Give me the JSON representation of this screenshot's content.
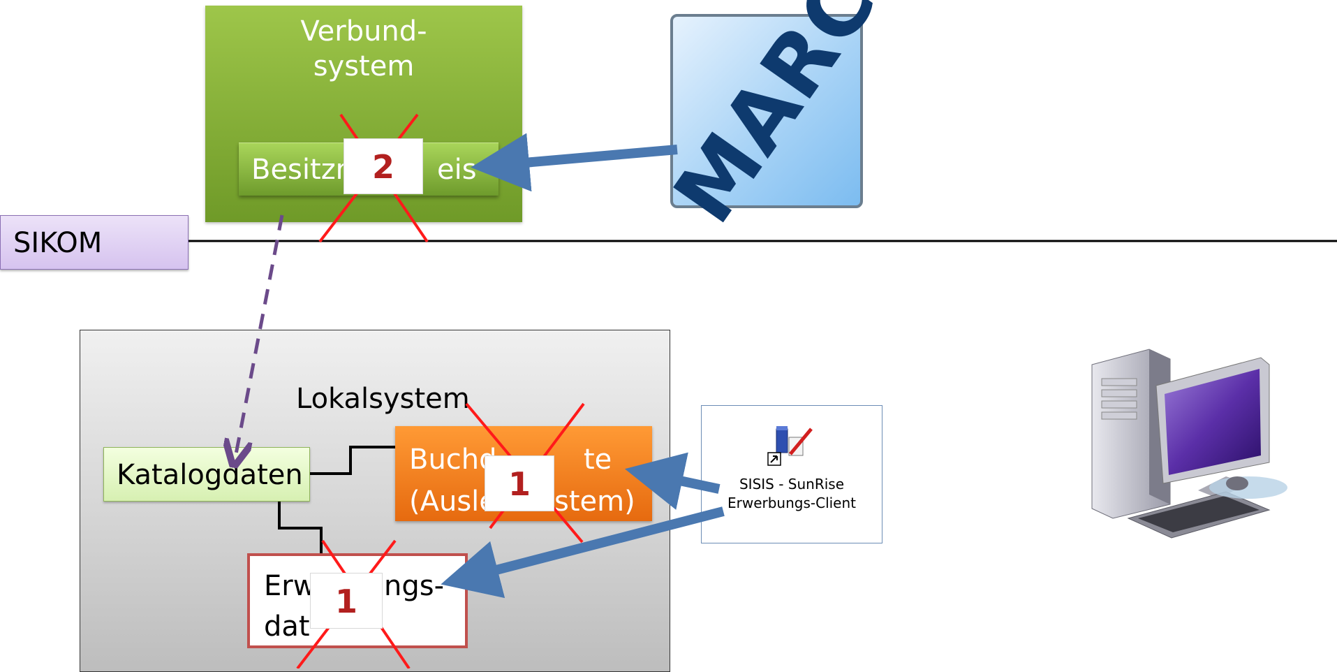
{
  "diagram": {
    "verbund_title": "Verbund-\nsystem",
    "besitz_label": "Besitzn",
    "besitz_label_tail": "eis",
    "marc_logo_text": "MARC",
    "sikom_label": "SIKOM",
    "lokal_title": "Lokalsystem",
    "katalog_label": "Katalogdaten",
    "buch_label": "Buchd\n(Ausle",
    "buch_label_tail_1": "te",
    "buch_label_tail_2": "stem)",
    "erw_label": "Erw\ndat",
    "erw_label_tail": "ngs-",
    "badge_verbund": "2",
    "badge_buch": "1",
    "badge_erw": "1",
    "sisis_label": "SISIS - SunRise\nErwerbungs-Client"
  },
  "colors": {
    "verbund_green": "#8ab83c",
    "cross_red": "#ff1a1a",
    "arrow_blue": "#4a78b0",
    "dashed_purple": "#6b4a8a",
    "buch_orange": "#f5801f",
    "erw_border": "#c0504d"
  },
  "icons": [
    "marc-logo",
    "sisis-client-icon",
    "desktop-computer-icon"
  ]
}
